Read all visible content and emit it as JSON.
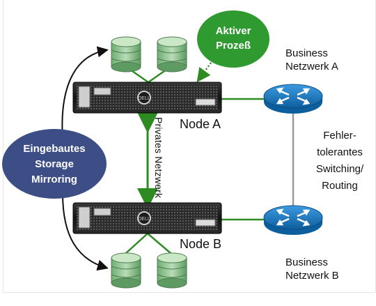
{
  "active_process": {
    "line1": "Aktiver",
    "line2": "Prozeß"
  },
  "network_a": {
    "line1": "Business",
    "line2": "Netzwerk A"
  },
  "network_b": {
    "line1": "Business",
    "line2": "Netzwerk B"
  },
  "node_a": "Node A",
  "node_b": "Node B",
  "private_network": "Privates Netzwerk",
  "switching": {
    "line1": "Fehler-",
    "line2": "tolerantes",
    "line3": "Switching/",
    "line4": "Routing"
  },
  "storage_mirroring": {
    "line1": "Eingebautes",
    "line2": "Storage",
    "line3": "Mirroring"
  },
  "colors": {
    "link_green": "#2e8b22",
    "bubble_green": "#2f9a2f",
    "storage_blue": "#3d4d86",
    "router_blue": "#1d76b6",
    "disk_green": "#8cc48c"
  }
}
